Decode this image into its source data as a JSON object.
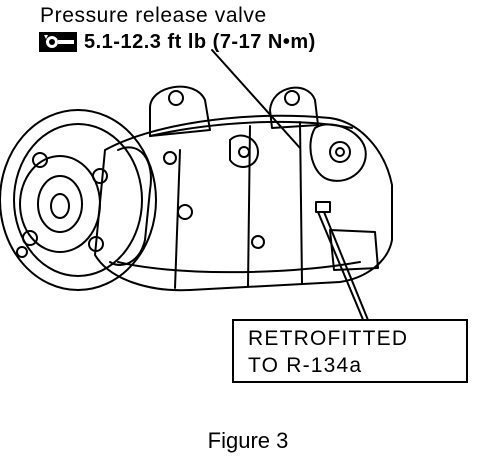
{
  "callout": {
    "title": "Pressure release valve",
    "torque": "5.1-12.3 ft lb (7-17 N•m)",
    "torque_icon": "wrench-torque-icon"
  },
  "label": {
    "line1": "RETROFITTED",
    "line2": "TO R-134a"
  },
  "caption": "Figure 3",
  "colors": {
    "ink": "#000000",
    "paper": "#ffffff"
  }
}
